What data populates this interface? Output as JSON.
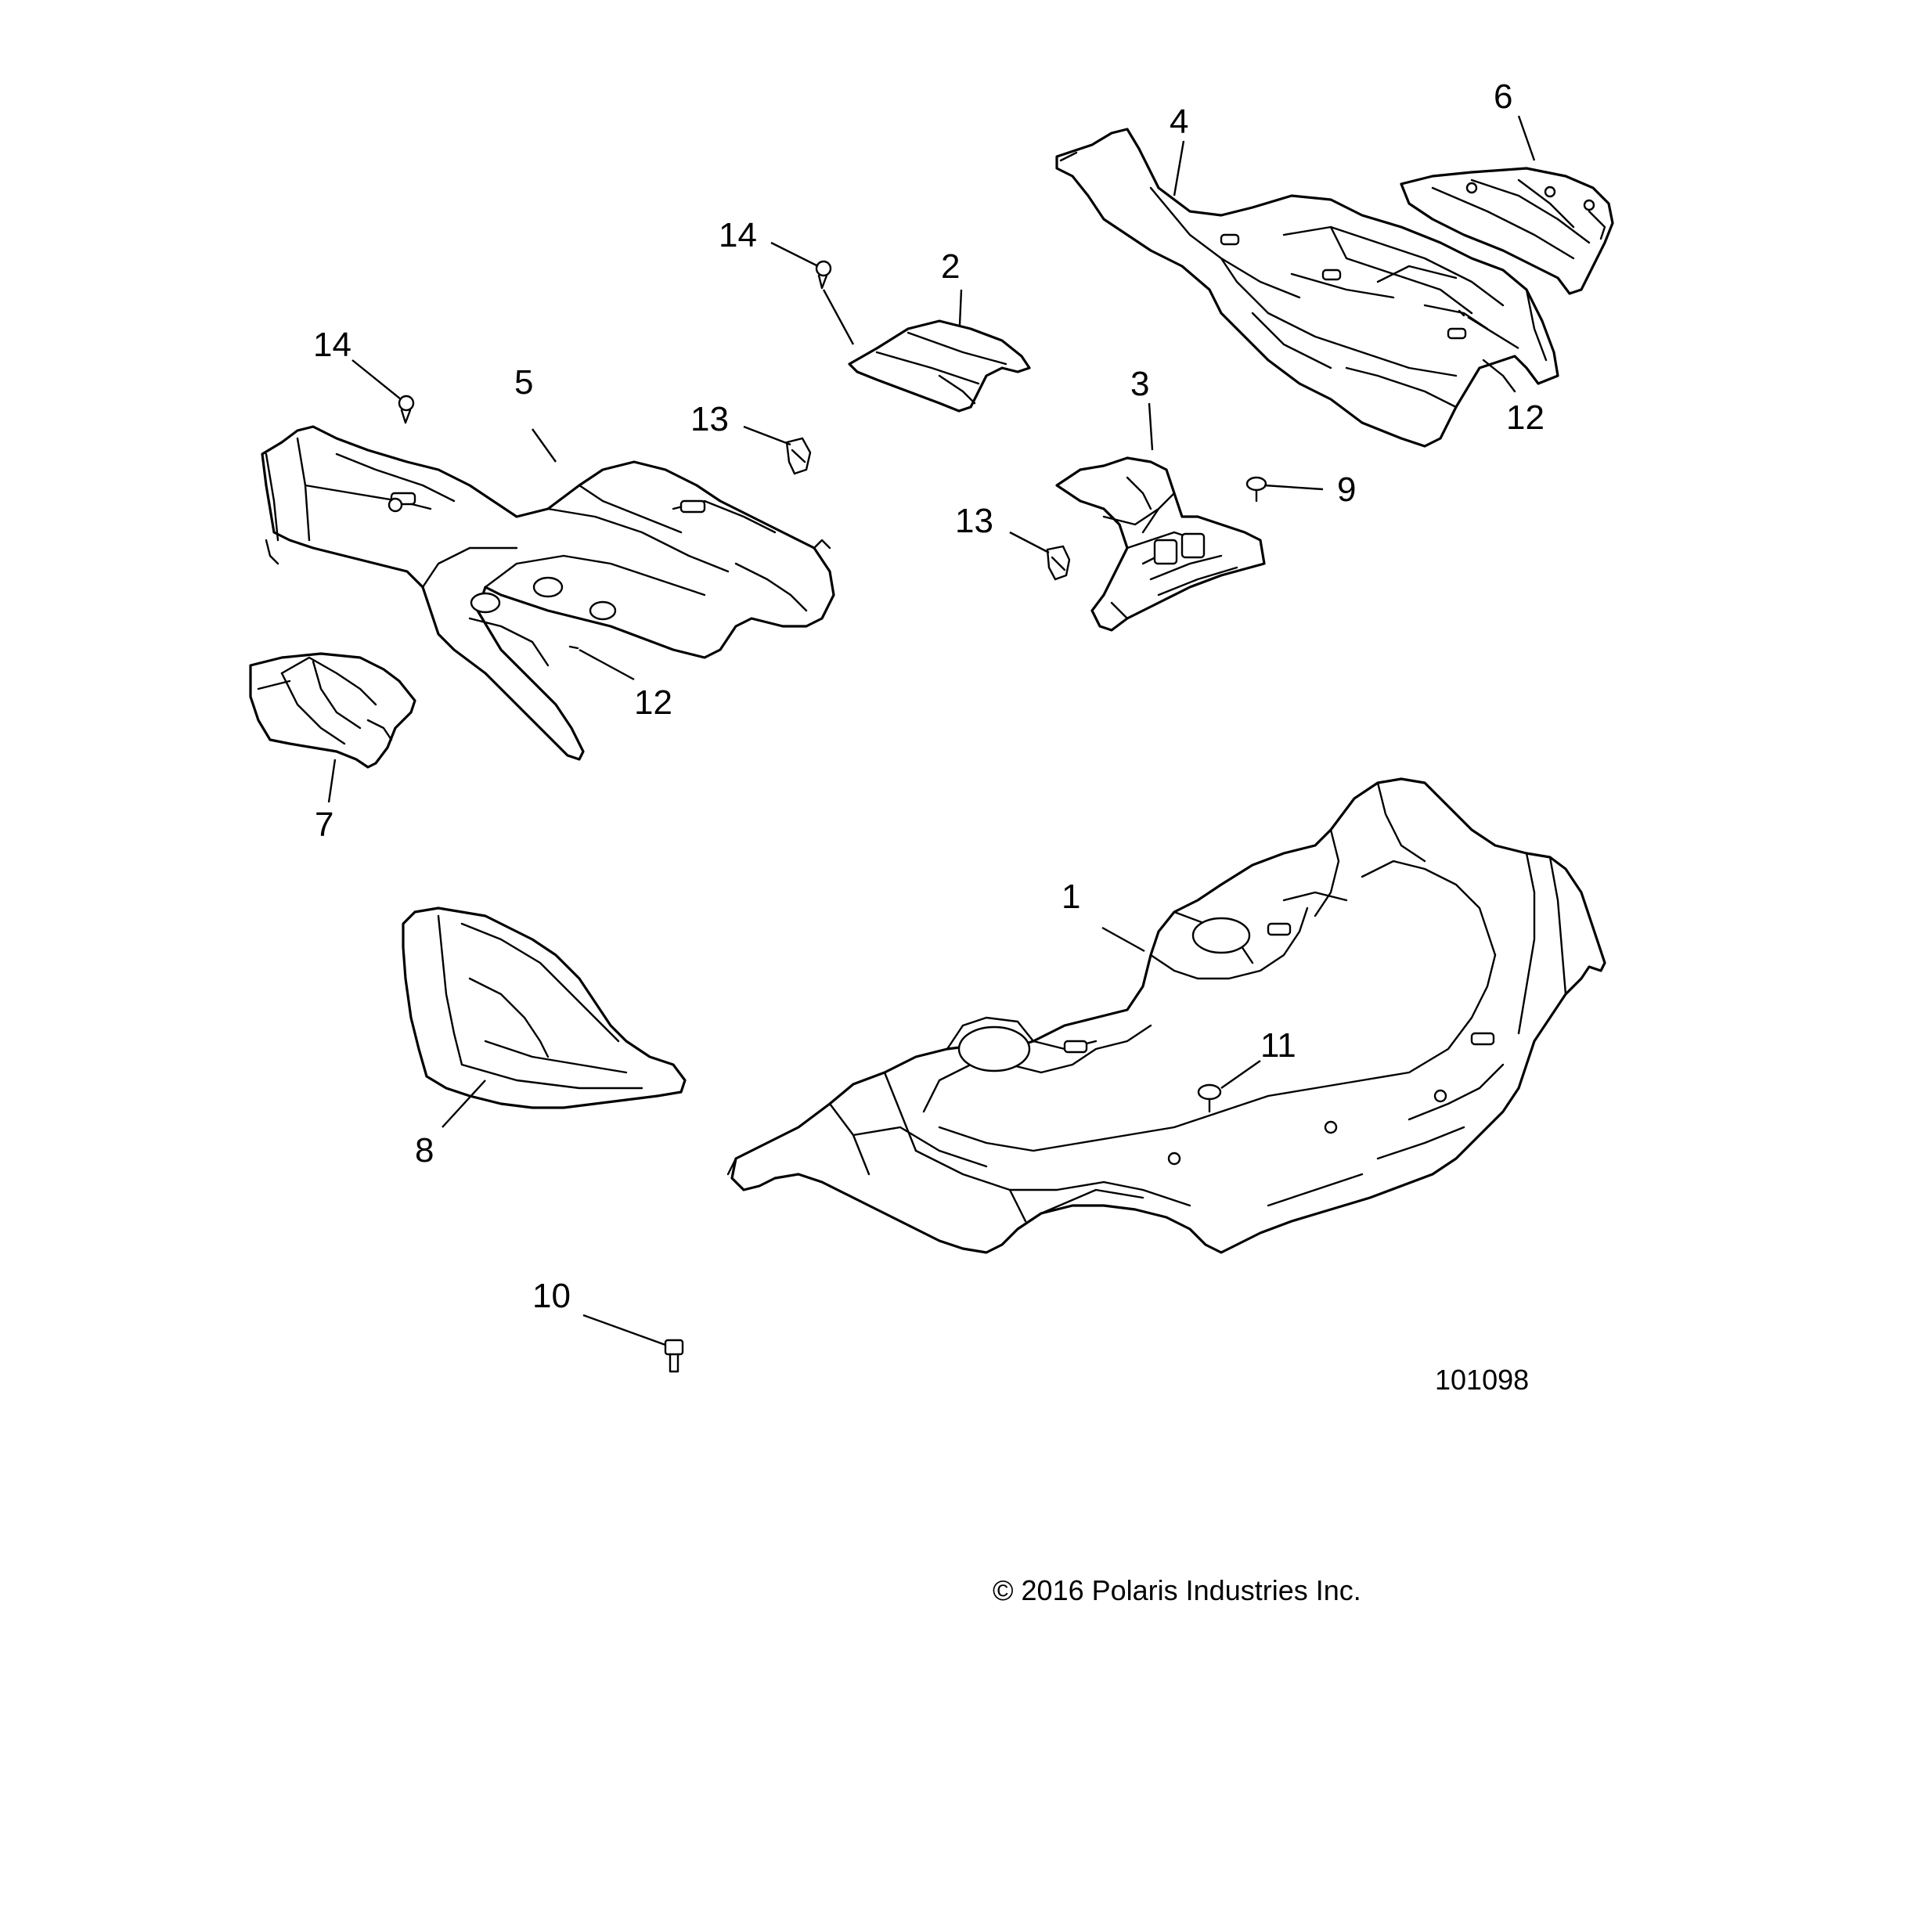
{
  "callouts": [
    {
      "label": "1"
    },
    {
      "label": "2"
    },
    {
      "label": "3"
    },
    {
      "label": "4"
    },
    {
      "label": "5"
    },
    {
      "label": "6"
    },
    {
      "label": "7"
    },
    {
      "label": "8"
    },
    {
      "label": "9"
    },
    {
      "label": "10"
    },
    {
      "label": "11"
    },
    {
      "label": "12"
    },
    {
      "label": "12"
    },
    {
      "label": "13"
    },
    {
      "label": "13"
    },
    {
      "label": "14"
    },
    {
      "label": "14"
    }
  ],
  "figure_id": "101098",
  "copyright": "© 2016 Polaris Industries Inc.",
  "colors": {
    "ink": "#000000",
    "paper": "#ffffff"
  }
}
